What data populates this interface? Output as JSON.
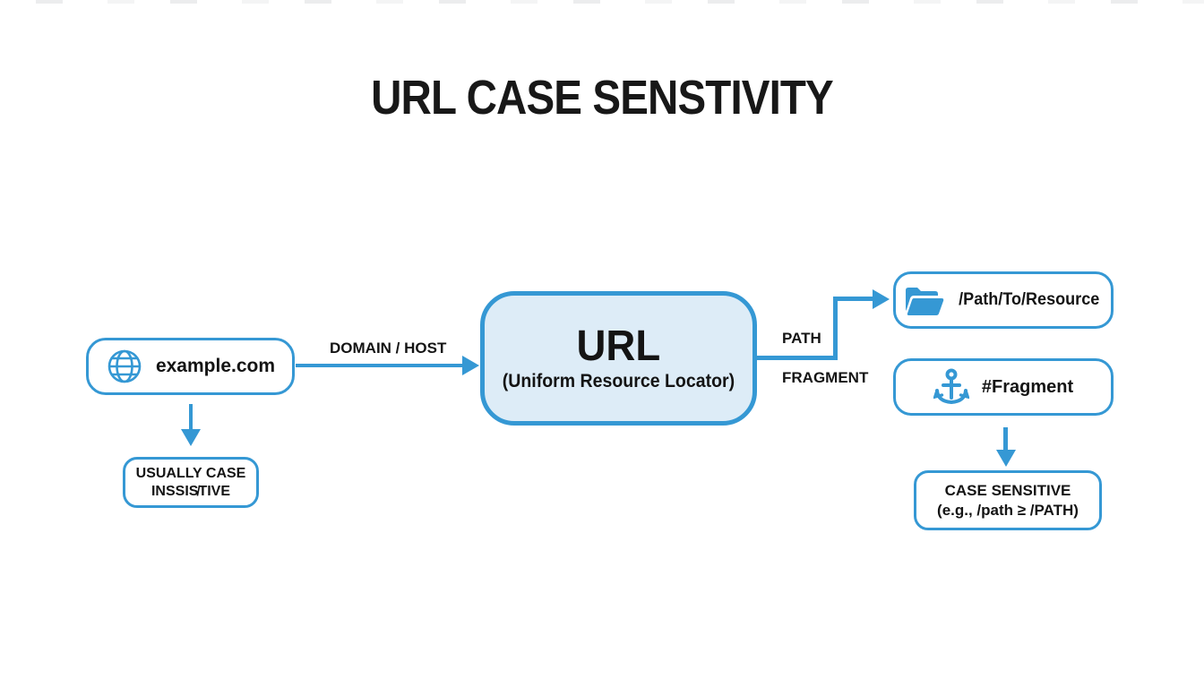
{
  "title": "URL CASE SENSTIVITY",
  "colors": {
    "accent": "#3598d4",
    "url_box_fill": "#ddecf7",
    "text": "#141414"
  },
  "nodes": {
    "example": {
      "label": "example.com",
      "icon": "globe-icon"
    },
    "url": {
      "label": "URL",
      "sublabel": "(Uniform Resource Locator)"
    },
    "path_resource": {
      "label": "/Path/To/Resource",
      "icon": "folder-icon"
    },
    "fragment": {
      "label": "#Fragment",
      "icon": "anchor-icon"
    },
    "usually_case": {
      "line1": "USUALLY CASE",
      "line2": "INSSIS̸TIVE"
    },
    "case_sensitive": {
      "line1": "CASE SENSITIVE",
      "line2": "(e.g., /path ≥ /PATH)"
    }
  },
  "edges": {
    "domain_host_label": "DOMAIN / HOST",
    "path_label": "PATH",
    "fragment_label": "FRAGMENT"
  }
}
